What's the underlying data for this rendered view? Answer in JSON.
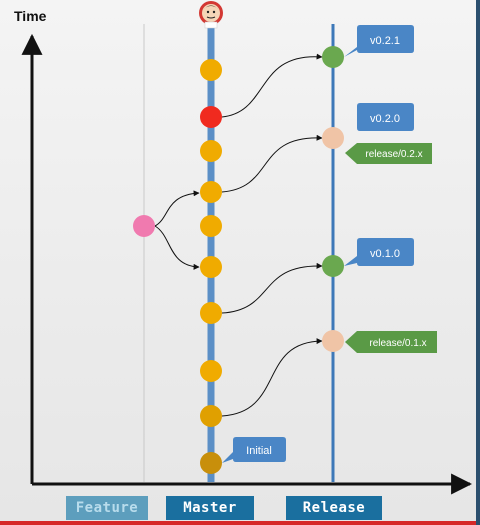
{
  "axis": {
    "title": "Time"
  },
  "columns": {
    "feature": "Feature",
    "master": "Master",
    "release": "Release"
  },
  "colors": {
    "lane": "#5b8fc6",
    "release_lane": "#3d78b8",
    "master_commit": "#f0ab00",
    "master_commit_dark": "#c88f0b",
    "highlight_commit": "#f02a1f",
    "feature_commit": "#f07aaf",
    "release_tag_commit": "#6aa84f",
    "release_branch_commit": "#f0c4a6",
    "tag_callout": "#4a86c6",
    "branch_callout": "#5a9a46"
  },
  "tags": [
    {
      "label": "v0.2.1"
    },
    {
      "label": "v0.2.0"
    },
    {
      "label": "v0.1.0"
    },
    {
      "label": "Initial"
    }
  ],
  "branches": [
    {
      "label": "release/0.2.x"
    },
    {
      "label": "release/0.1.x"
    }
  ],
  "logo": {
    "name": "jenkins-logo-icon"
  }
}
